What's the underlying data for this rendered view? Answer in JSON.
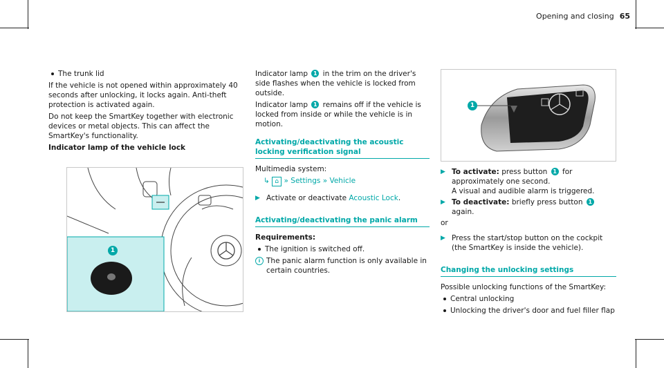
{
  "header": {
    "title": "Opening and closing",
    "page": "65"
  },
  "col1": {
    "bullet_trunk": "The trunk lid",
    "para1": "If the vehicle is not opened within approximately 40 seconds after unlocking, it locks again. Anti-theft protection is activated again.",
    "para2": "Do not keep the SmartKey together with electronic devices or metal objects. This can affect the SmartKey's functionality.",
    "heading_indicator": "Indicator lamp of the vehicle lock",
    "fig_callout": "1"
  },
  "col2": {
    "para_a_1": "Indicator lamp",
    "para_a_callout": "1",
    "para_a_2": "in the trim on the driver's side flashes when the vehicle is locked from outside.",
    "para_b_1": "Indicator lamp",
    "para_b_callout": "1",
    "para_b_2": "remains off if the vehicle is locked from inside or while the vehicle is in motion.",
    "section_acoustic": "Activating/deactivating the acoustic locking verification signal",
    "multimedia": "Multimedia system:",
    "path_settings": "Settings",
    "path_vehicle": "Vehicle",
    "action_acoustic_1": "Activate or deactivate",
    "action_acoustic_link": "Acoustic Lock",
    "section_panic": "Activating/deactivating the panic alarm",
    "requirements": "Requirements:",
    "bullet_ignition": "The ignition is switched off.",
    "note_panic": "The panic alarm function is only available in certain countries."
  },
  "col3": {
    "fig_callout": "1",
    "activate_label": "To activate:",
    "activate_1": "press button",
    "activate_callout": "1",
    "activate_2": "for approximately one second.",
    "activate_3": "A visual and audible alarm is triggered.",
    "deactivate_label": "To deactivate:",
    "deactivate_1": "briefly press button",
    "deactivate_callout": "1",
    "deactivate_2": "again.",
    "or": "or",
    "press_startstop": "Press the start/stop button on the cockpit (the SmartKey is inside the vehicle).",
    "section_unlocking": "Changing the unlocking settings",
    "possible": "Possible unlocking functions of the SmartKey:",
    "bullet_central": "Central unlocking",
    "bullet_driver": "Unlocking the driver's door and fuel filler flap"
  },
  "colors": {
    "accent": "#00a8a8",
    "text": "#1a1a1a"
  }
}
